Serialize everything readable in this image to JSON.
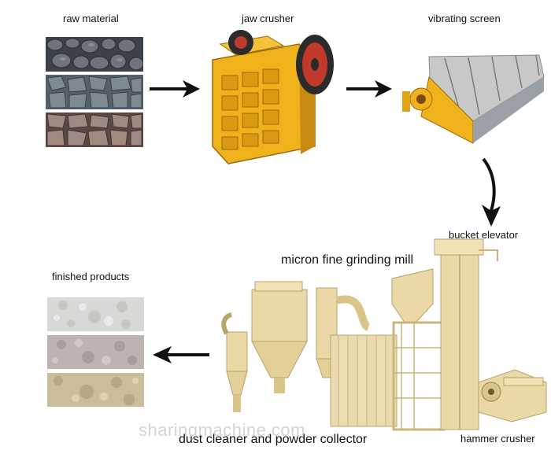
{
  "labels": {
    "raw_material": "raw material",
    "jaw_crusher": "jaw crusher",
    "vibrating_screen": "vibrating screen",
    "bucket_elevator": "bucket elevator",
    "grinding_mill": "micron fine grinding mill",
    "finished_products": "finished products",
    "dust_collector": "dust cleaner and powder collector",
    "hammer_crusher": "hammer crusher"
  },
  "watermark": "sharingmachine.com",
  "colors": {
    "machine_yellow": "#f0b21b",
    "machine_shadow": "#b87a10",
    "plant_cream": "#ead9a6",
    "plant_shadow": "#c9b57a",
    "arrow": "#111111"
  },
  "icons": {
    "arrow_right": "arrow-right-icon",
    "arrow_down": "arrow-down-icon",
    "arrow_left": "arrow-left-icon"
  }
}
